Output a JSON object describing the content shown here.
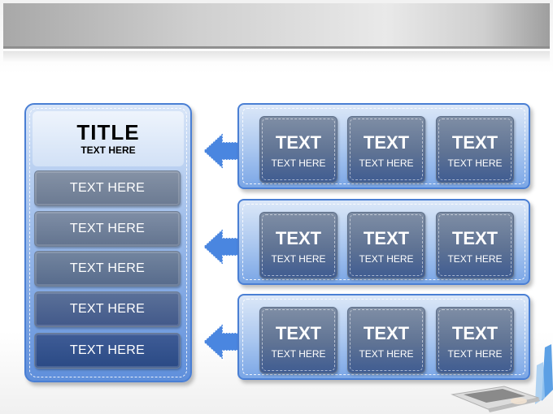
{
  "left_panel": {
    "title": "TITLE",
    "subtitle": "TEXT HERE",
    "items": [
      "TEXT HERE",
      "TEXT HERE",
      "TEXT HERE",
      "TEXT HERE",
      "TEXT HERE"
    ]
  },
  "rows": [
    {
      "cells": [
        {
          "main": "TEXT",
          "sub": "TEXT HERE"
        },
        {
          "main": "TEXT",
          "sub": "TEXT HERE"
        },
        {
          "main": "TEXT",
          "sub": "TEXT HERE"
        }
      ]
    },
    {
      "cells": [
        {
          "main": "TEXT",
          "sub": "TEXT HERE"
        },
        {
          "main": "TEXT",
          "sub": "TEXT HERE"
        },
        {
          "main": "TEXT",
          "sub": "TEXT HERE"
        }
      ]
    },
    {
      "cells": [
        {
          "main": "TEXT",
          "sub": "TEXT HERE"
        },
        {
          "main": "TEXT",
          "sub": "TEXT HERE"
        },
        {
          "main": "TEXT",
          "sub": "TEXT HERE"
        }
      ]
    }
  ],
  "colors": {
    "panel_border": "#4a7fd4",
    "arrow_fill": "#4a86e0",
    "cell_dark": "#3f5c92",
    "item_dark": "#2a4a85"
  },
  "icons": {
    "arrow": "arrow-left-icon",
    "decoration": "laptop-icon"
  }
}
